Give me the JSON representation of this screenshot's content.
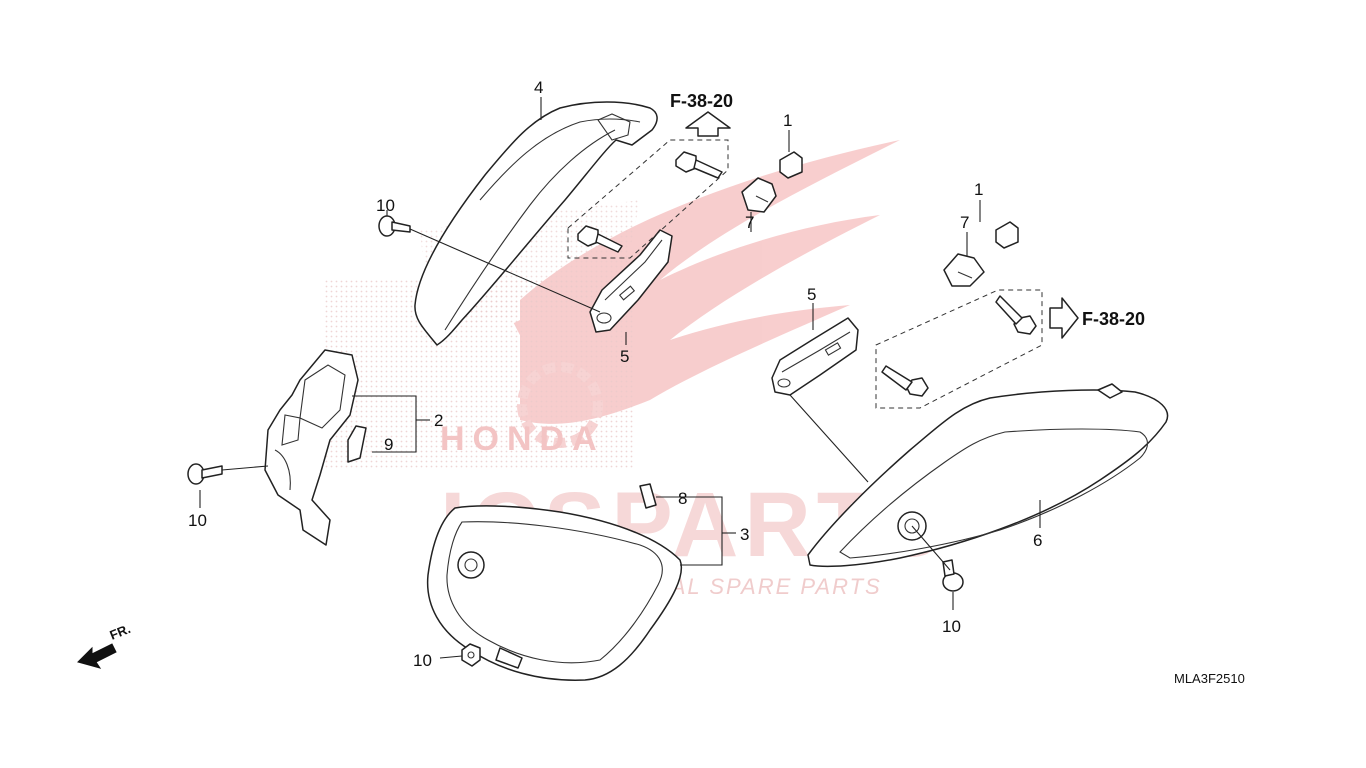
{
  "watermark": {
    "brand": "ICSPARTS",
    "tagline": "INTERCONTINENTAL SPARE PARTS",
    "logo_text": "HONDA"
  },
  "callouts": {
    "c1a": "1",
    "c1b": "1",
    "c2": "2",
    "c3": "3",
    "c4": "4",
    "c5a": "5",
    "c5b": "5",
    "c6": "6",
    "c7a": "7",
    "c7b": "7",
    "c8": "8",
    "c9": "9",
    "c10a": "10",
    "c10b": "10",
    "c10c": "10",
    "c10d": "10"
  },
  "references": {
    "top": "F-38-20",
    "right": "F-38-20"
  },
  "direction_label": "FR.",
  "diagram_code": "MLA3F2510",
  "colors": {
    "watermark_red": "#e84a4a",
    "line": "#222222"
  }
}
